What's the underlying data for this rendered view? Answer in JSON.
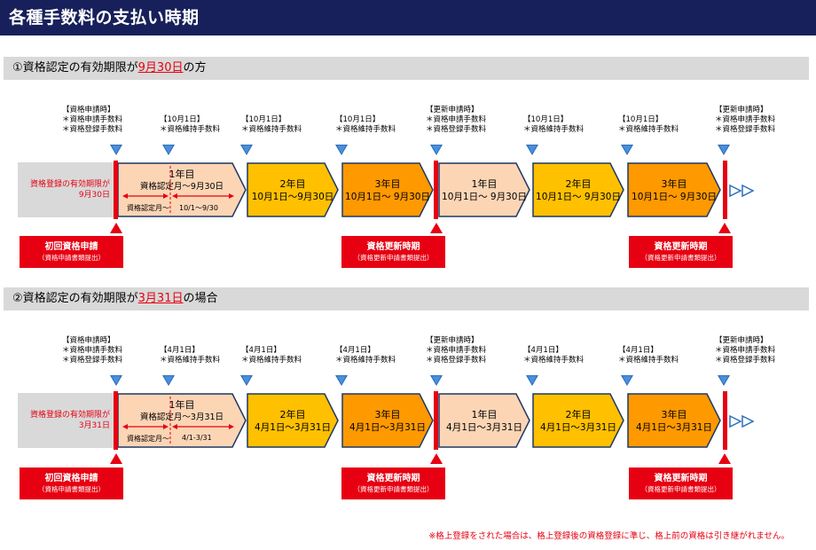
{
  "title": "各種手数料の支払い時期",
  "footnote": "※格上登録をされた場合は、格上登録後の資格登録に準じ、格上前の資格は引き継がれません。",
  "colors": {
    "header_bg": "#17205a",
    "year1": "#fcd5b5",
    "year2": "#ffc000",
    "year3": "#ff9900",
    "shape_border": "#1f3864",
    "red": "#e60012",
    "marker": "#2e6fba"
  },
  "sections": [
    {
      "heading_prefix": "①資格認定の有効期限が",
      "heading_highlight": "9月30日",
      "heading_suffix": "の方",
      "notes": [
        {
          "l1": "【資格申請時】",
          "l2": "＊資格申請手数料",
          "l3": "＊資格登録手数料"
        },
        {
          "l1": "【10月1日】",
          "l2": "＊資格維持手数料",
          "l3": ""
        },
        {
          "l1": "【10月1日】",
          "l2": "＊資格維持手数料",
          "l3": ""
        },
        {
          "l1": "【10月1日】",
          "l2": "＊資格維持手数料",
          "l3": ""
        },
        {
          "l1": "【更新申請時】",
          "l2": "＊資格申請手数料",
          "l3": "＊資格登録手数料"
        },
        {
          "l1": "【10月1日】",
          "l2": "＊資格維持手数料",
          "l3": ""
        },
        {
          "l1": "【10月1日】",
          "l2": "＊資格維持手数料",
          "l3": ""
        },
        {
          "l1": "【更新申請時】",
          "l2": "＊資格申請手数料",
          "l3": "＊資格登録手数料"
        }
      ],
      "expiry_line1": "資格登録の有効期限が",
      "expiry_line2": "9月30日",
      "year1_first": {
        "title": "1年目",
        "sub": "資格認定月～9月30日",
        "arrow_left": "資格認定月～",
        "arrow_right": "10/1～9/30"
      },
      "years": [
        {
          "title": "2年目",
          "period": "10月1日～9月30日"
        },
        {
          "title": "3年目",
          "period": "10月1日～ 9月30日"
        },
        {
          "title": "1年目",
          "period": "10月1日～ 9月30日"
        },
        {
          "title": "2年目",
          "period": "10月1日～ 9月30日"
        },
        {
          "title": "3年目",
          "period": "10月1日～ 9月30日"
        }
      ],
      "boxes": [
        {
          "main": "初回資格申請",
          "sub": "（資格申請書類提出）"
        },
        {
          "main": "資格更新時期",
          "sub": "（資格更新申請書類提出）"
        },
        {
          "main": "資格更新時期",
          "sub": "（資格更新申請書類提出）"
        }
      ]
    },
    {
      "heading_prefix": "②資格認定の有効期限が",
      "heading_highlight": "3月31日",
      "heading_suffix": "の場合",
      "notes": [
        {
          "l1": "【資格申請時】",
          "l2": "＊資格申請手数料",
          "l3": "＊資格登録手数料"
        },
        {
          "l1": "【4月1日】",
          "l2": "＊資格維持手数料",
          "l3": ""
        },
        {
          "l1": "【4月1日】",
          "l2": "＊資格維持手数料",
          "l3": ""
        },
        {
          "l1": "【4月1日】",
          "l2": "＊資格維持手数料",
          "l3": ""
        },
        {
          "l1": "【更新申請時】",
          "l2": "＊資格申請手数料",
          "l3": "＊資格登録手数料"
        },
        {
          "l1": "【4月1日】",
          "l2": "＊資格維持手数料",
          "l3": ""
        },
        {
          "l1": "【4月1日】",
          "l2": "＊資格維持手数料",
          "l3": ""
        },
        {
          "l1": "【更新申請時】",
          "l2": "＊資格申請手数料",
          "l3": "＊資格登録手数料"
        }
      ],
      "expiry_line1": "資格登録の有効期限が",
      "expiry_line2": "3月31日",
      "year1_first": {
        "title": "1年目",
        "sub": "資格認定月～3月31日",
        "arrow_left": "資格認定月～",
        "arrow_right": "4/1-3/31"
      },
      "years": [
        {
          "title": "2年目",
          "period": "4月1日～3月31日"
        },
        {
          "title": "3年目",
          "period": "4月1日～3月31日"
        },
        {
          "title": "1年目",
          "period": "4月1日～3月31日"
        },
        {
          "title": "2年目",
          "period": "4月1日～3月31日"
        },
        {
          "title": "3年目",
          "period": "4月1日～3月31日"
        }
      ],
      "boxes": [
        {
          "main": "初回資格申請",
          "sub": "（資格申請書類提出）"
        },
        {
          "main": "資格更新時期",
          "sub": "（資格更新申請書類提出）"
        },
        {
          "main": "資格更新時期",
          "sub": "（資格更新申請書類提出）"
        }
      ]
    }
  ]
}
